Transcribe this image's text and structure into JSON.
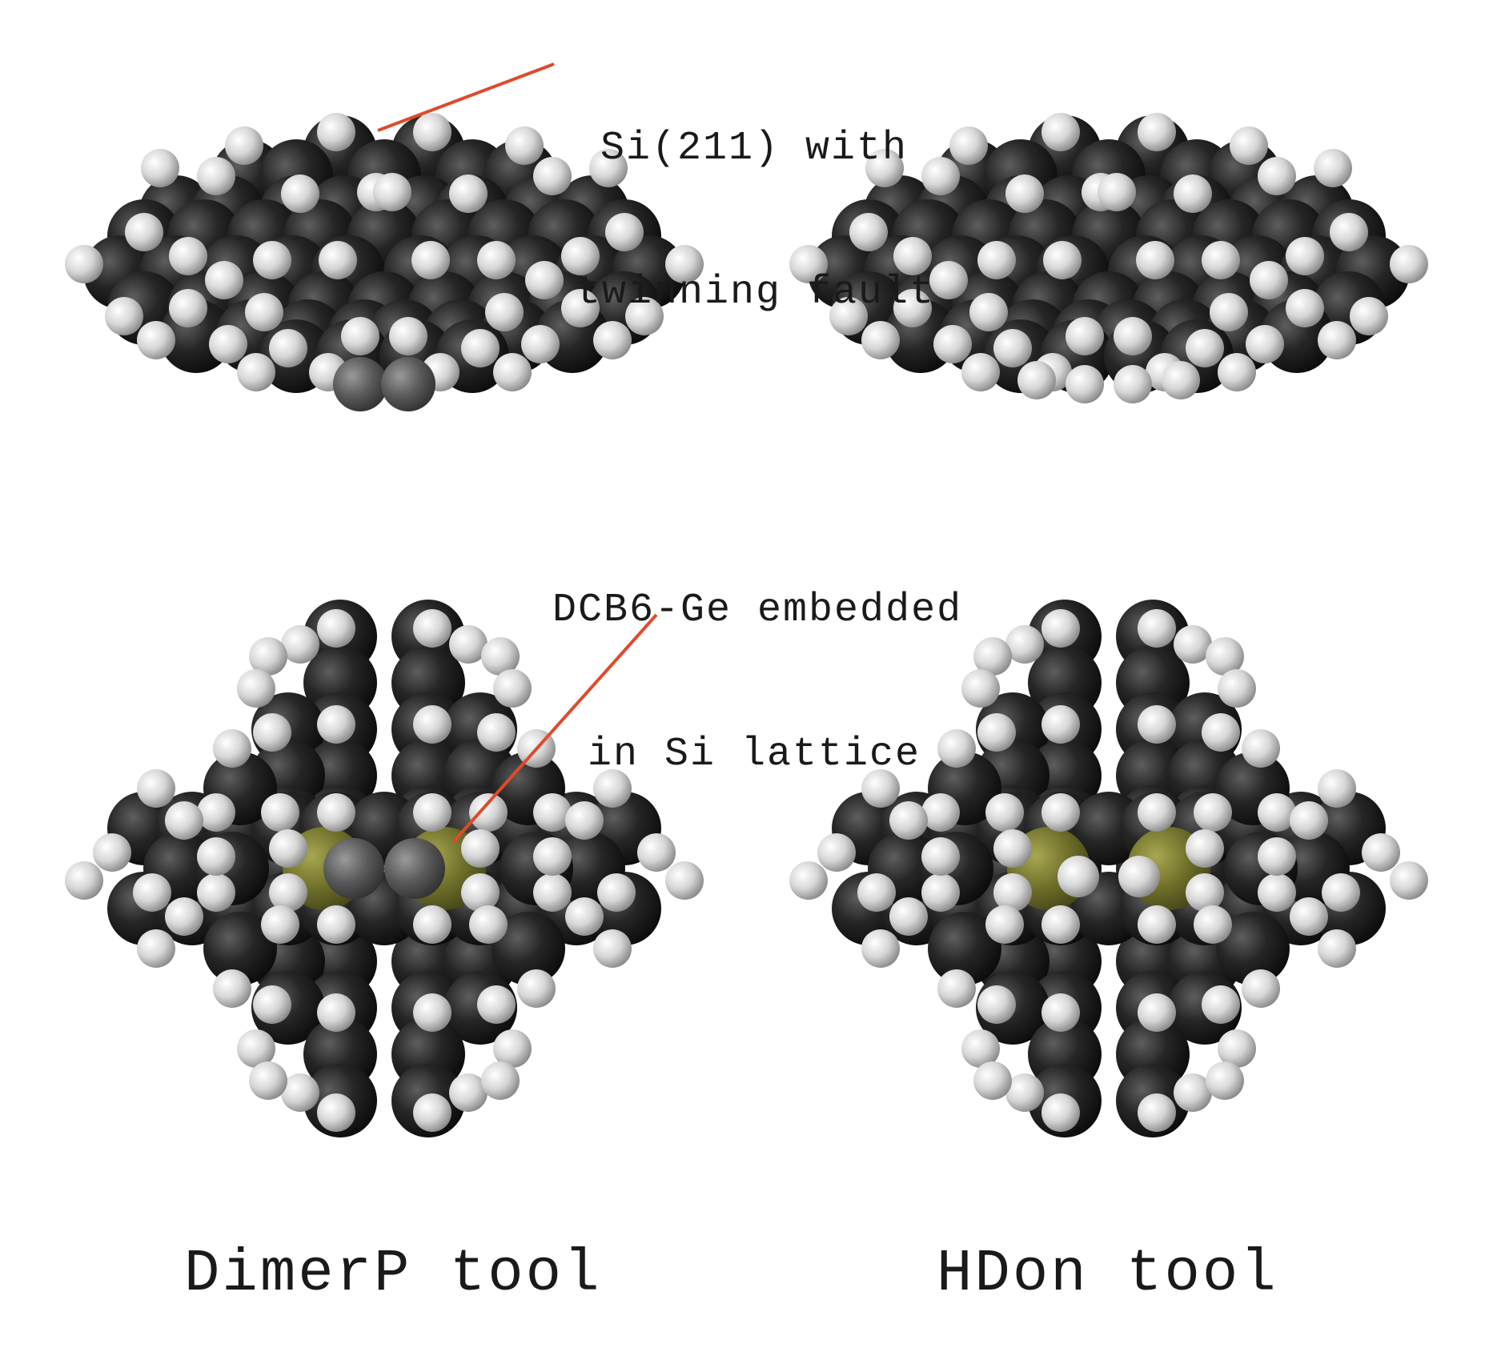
{
  "annotations": {
    "top": {
      "line1": "Si(211) with",
      "line2": "twinning fault"
    },
    "middle": {
      "line1": "DCB6-Ge embedded",
      "line2": "in Si lattice"
    }
  },
  "captions": {
    "left": "DimerP tool",
    "right": "HDon tool"
  },
  "colors": {
    "carbon": "#1e1e1e",
    "hydrogen": "#e8e8e8",
    "germanium": "#7a7a2a",
    "dimer_carbon": "#5a5a5a",
    "leader_line": "#e04a2a",
    "text": "#1a1a1a"
  },
  "panels": [
    {
      "id": "top-left",
      "view": "side",
      "tool": "DimerP tool"
    },
    {
      "id": "top-right",
      "view": "side",
      "tool": "HDon tool"
    },
    {
      "id": "bottom-left",
      "view": "top",
      "tool": "DimerP tool"
    },
    {
      "id": "bottom-right",
      "view": "top",
      "tool": "HDon tool"
    }
  ]
}
